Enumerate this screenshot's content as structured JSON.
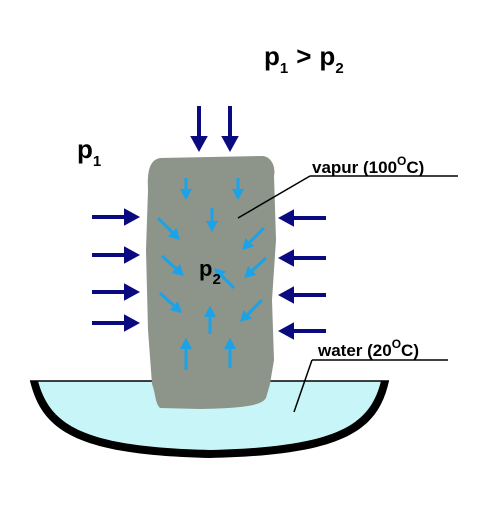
{
  "labels": {
    "headline_p": "p",
    "headline_sub1": "1",
    "headline_gt": ">",
    "headline_p2": "p",
    "headline_sub2": "2",
    "outer_p": "p",
    "outer_sub": "1",
    "inner_p": "p",
    "inner_sub": "2",
    "vapor_text": "vapur (100",
    "vapor_sup": "O",
    "vapor_tail": "C)",
    "water_text": "water (20",
    "water_sup": "O",
    "water_tail": "C)"
  },
  "colors": {
    "outer_arrow": "#0a0a80",
    "inner_arrow": "#1aa3e8",
    "vapor_column": "#8d948a",
    "water": "#c8f6f8",
    "basin_rim": "#000000"
  }
}
